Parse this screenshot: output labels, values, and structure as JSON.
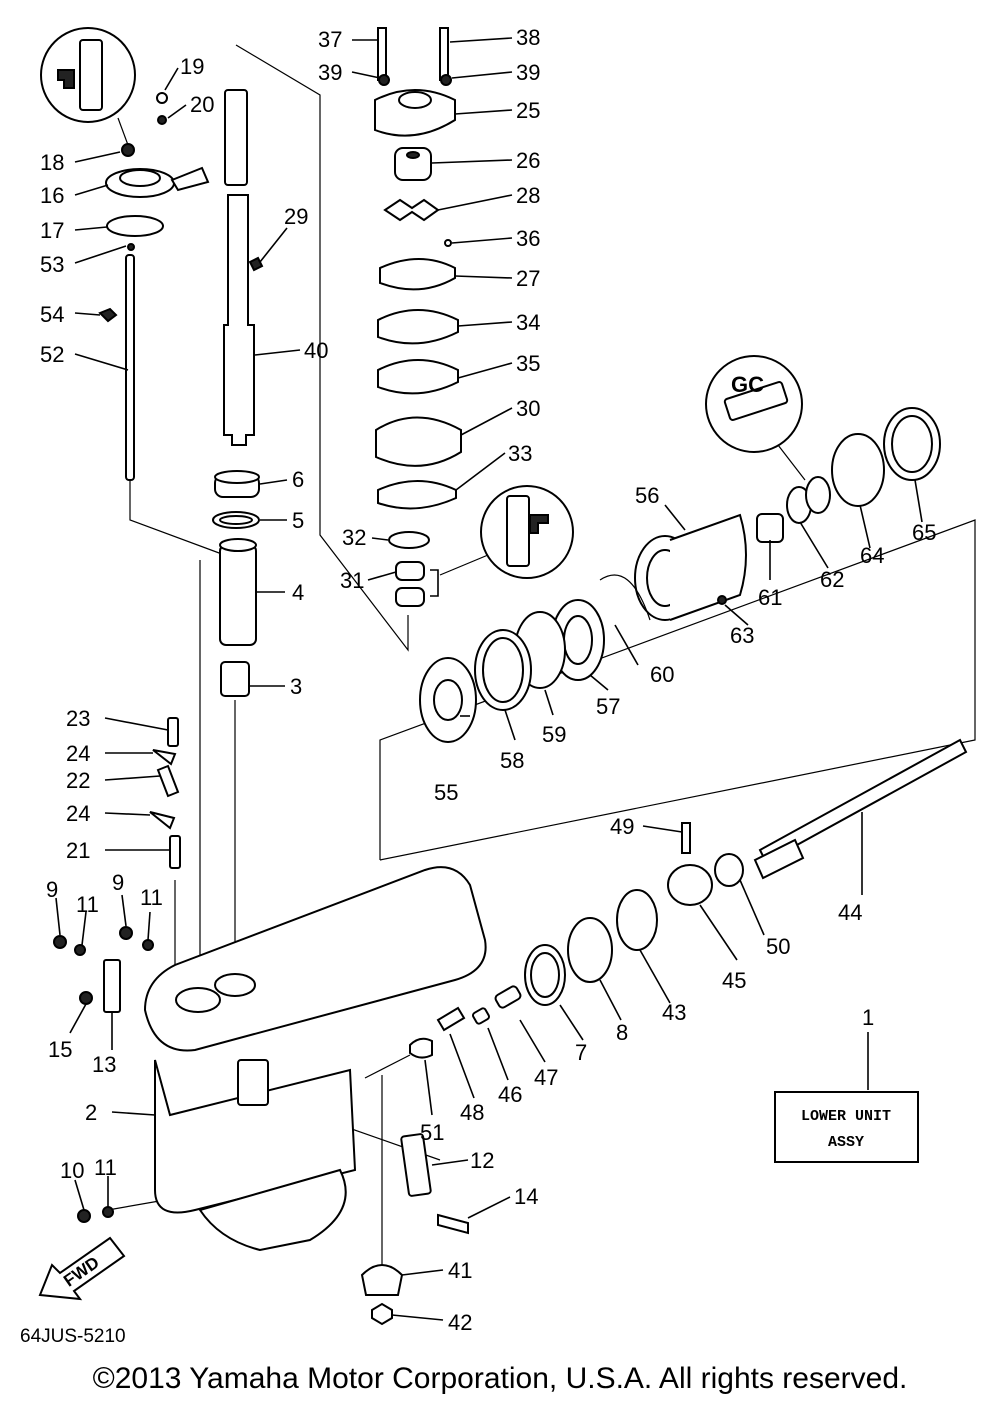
{
  "diagram_code": "64JUS-5210",
  "assembly_box": {
    "line1": "LOWER UNIT",
    "line2": "ASSY",
    "ref": "1"
  },
  "fwd_label": "FWD",
  "copyright": "©2013 Yamaha Motor Corporation, U.S.A. All rights reserved.",
  "callouts": {
    "c1": "1",
    "c2": "2",
    "c3": "3",
    "c4": "4",
    "c5": "5",
    "c6": "6",
    "c7": "7",
    "c8": "8",
    "c9a": "9",
    "c9b": "9",
    "c10": "10",
    "c11a": "11",
    "c11b": "11",
    "c11c": "11",
    "c12": "12",
    "c13": "13",
    "c14": "14",
    "c15": "15",
    "c16": "16",
    "c17": "17",
    "c18": "18",
    "c19": "19",
    "c20": "20",
    "c21": "21",
    "c22": "22",
    "c23": "23",
    "c24a": "24",
    "c24b": "24",
    "c25": "25",
    "c26": "26",
    "c27": "27",
    "c28": "28",
    "c29": "29",
    "c30": "30",
    "c31": "31",
    "c32": "32",
    "c33": "33",
    "c34": "34",
    "c35": "35",
    "c36": "36",
    "c37": "37",
    "c38": "38",
    "c39a": "39",
    "c39b": "39",
    "c40": "40",
    "c41": "41",
    "c42": "42",
    "c43": "43",
    "c44": "44",
    "c45": "45",
    "c46": "46",
    "c47": "47",
    "c48": "48",
    "c49": "49",
    "c50": "50",
    "c51": "51",
    "c52": "52",
    "c53": "53",
    "c54": "54",
    "c55": "55",
    "c56": "56",
    "c57": "57",
    "c58": "58",
    "c59": "59",
    "c60": "60",
    "c61": "61",
    "c62": "62",
    "c63": "63",
    "c64": "64",
    "c65": "65"
  }
}
